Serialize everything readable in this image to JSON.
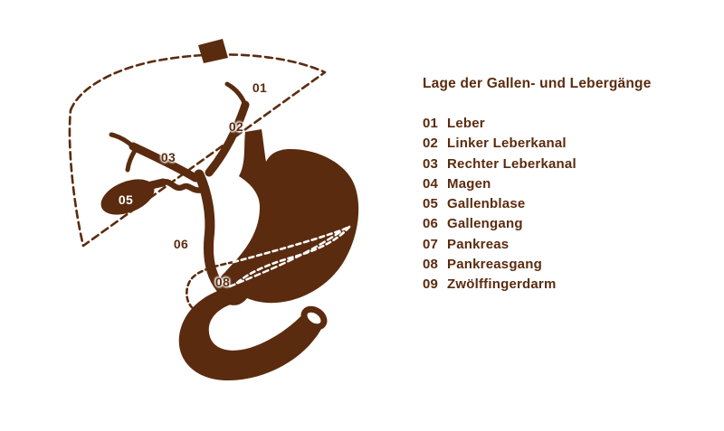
{
  "title": "Lage der Gallen- und Lebergänge",
  "colors": {
    "ink": "#5B2B0F",
    "paper": "#FFFFFF"
  },
  "legend": {
    "items": [
      {
        "num": "01",
        "label": "Leber"
      },
      {
        "num": "02",
        "label": "Linker Leberkanal"
      },
      {
        "num": "03",
        "label": "Rechter Leberkanal"
      },
      {
        "num": "04",
        "label": "Magen"
      },
      {
        "num": "05",
        "label": "Gallenblase"
      },
      {
        "num": "06",
        "label": "Gallengang"
      },
      {
        "num": "07",
        "label": "Pankreas"
      },
      {
        "num": "08",
        "label": "Pankreasgang"
      },
      {
        "num": "09",
        "label": "Zwölffingerdarm"
      }
    ]
  },
  "diagram": {
    "markers": [
      {
        "num": "01"
      },
      {
        "num": "02"
      },
      {
        "num": "03"
      },
      {
        "num": "05"
      },
      {
        "num": "06"
      },
      {
        "num": "08"
      }
    ]
  }
}
